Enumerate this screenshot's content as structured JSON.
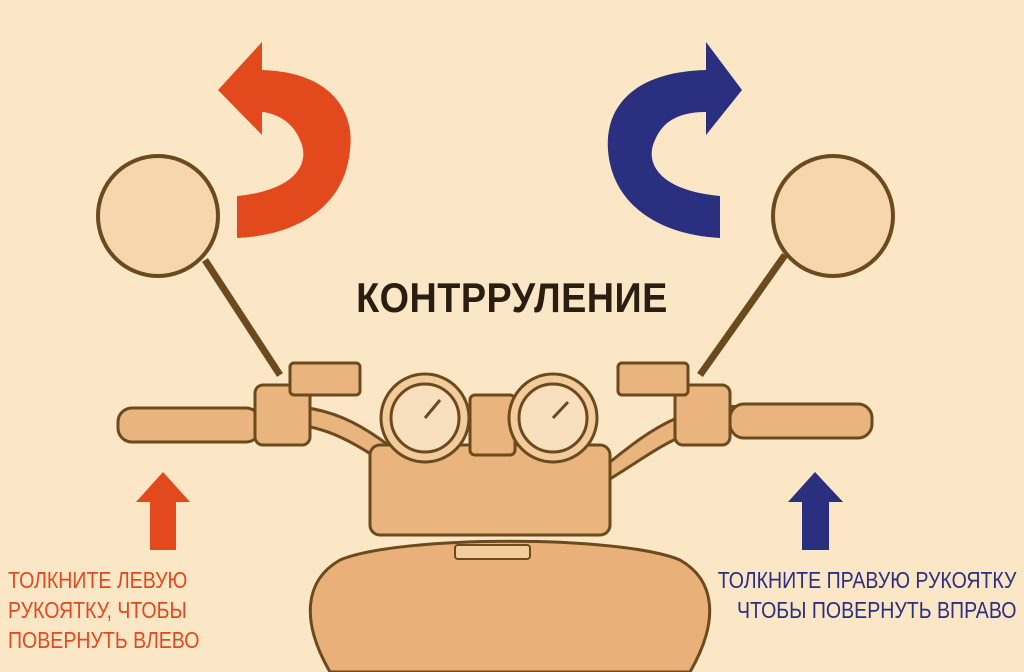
{
  "title": "КОНТРРУЛЕНИЕ",
  "left_caption": [
    "ТОЛКНИТЕ ЛЕВУЮ",
    "РУКОЯТКУ, ЧТОБЫ",
    "ПОВЕРНУТЬ ВЛЕВО"
  ],
  "right_caption": [
    "ТОЛКНИТЕ ПРАВУЮ РУКОЯТКУ",
    "ЧТОБЫ ПОВЕРНУТЬ ВПРАВО"
  ],
  "colors": {
    "background": "#fbe6c6",
    "left_accent": "#e24a1d",
    "right_accent": "#2b2f80",
    "outline": "#6b4a1e",
    "body": "#eab47e"
  },
  "icons": [
    "curved-arrow-left-icon",
    "curved-arrow-right-icon",
    "up-arrow-left-icon",
    "up-arrow-right-icon"
  ]
}
